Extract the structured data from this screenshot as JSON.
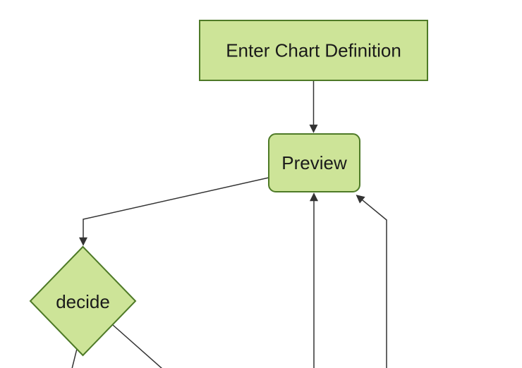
{
  "diagram": {
    "type": "flowchart",
    "direction": "top-down",
    "nodes": [
      {
        "id": "enter_chart_definition",
        "label": "Enter Chart Definition",
        "shape": "rectangle"
      },
      {
        "id": "preview",
        "label": "Preview",
        "shape": "rounded-rectangle"
      },
      {
        "id": "decide",
        "label": "decide",
        "shape": "diamond"
      }
    ],
    "edges": [
      {
        "from": "enter_chart_definition",
        "to": "preview",
        "arrowhead": true
      },
      {
        "from": "preview",
        "to": "decide",
        "arrowhead": true
      },
      {
        "from": "offscreen-bottom-center",
        "to": "preview",
        "arrowhead": true
      },
      {
        "from": "offscreen-bottom-right",
        "to": "preview",
        "arrowhead": true
      },
      {
        "from": "decide",
        "to": "offscreen-bottom-left",
        "arrowhead": false
      },
      {
        "from": "decide",
        "to": "offscreen-bottom-center",
        "arrowhead": false
      }
    ]
  },
  "colors": {
    "background": "#ffffff",
    "node_fill": "#cde498",
    "node_stroke": "#4e7a27",
    "edge_stroke": "#333333",
    "label_color": "#1a1a1a"
  }
}
